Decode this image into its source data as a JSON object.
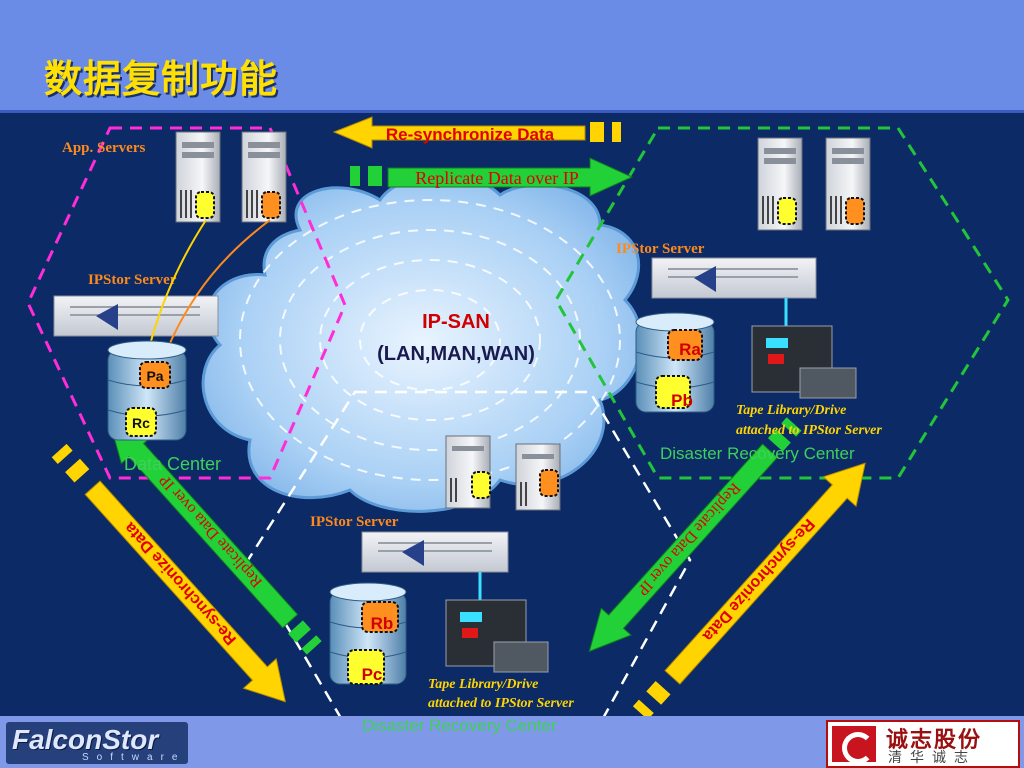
{
  "title": "数据复制功能",
  "labels": {
    "app_servers": "App. Servers",
    "ipstor_dc": "IPStor Server",
    "ipstor_drc1": "IPStor Server",
    "ipstor_drc2": "IPStor Server",
    "network_line1": "IP-SAN",
    "network_line2": "(LAN,MAN,WAN)",
    "vol_pa": "Pa",
    "vol_rc": "Rc",
    "vol_ra": "Ra",
    "vol_pb": "Pb",
    "vol_rb": "Rb",
    "vol_pc": "Pc",
    "data_center": "Data Center",
    "drc1": "Disaster Recovery Center",
    "drc2": "Disaster Recovery Center",
    "tape1_line1": "Tape Library/Drive",
    "tape1_line2": "attached to IPStor Server",
    "tape2_line1": "Tape Library/Drive",
    "tape2_line2": "attached to IPStor Server"
  },
  "arrows": {
    "resync_top": "Re-synchronize Data",
    "replicate_top": "Replicate Data over IP",
    "resync_left": "Re-synchronize Data",
    "replicate_left": "Replicate Data over IP",
    "resync_right": "Re-synchronize Data",
    "replicate_right": "Replicate Data over IP"
  },
  "footer": {
    "left_logo_word": "FalconStor",
    "left_logo_sub": "Software",
    "right_logo_cn": "诚志股份",
    "right_logo_sub": "清华诚志"
  },
  "colors": {
    "title": "#ffe000",
    "background": "#0b2a66",
    "header": "#6a8ce6",
    "data_center_zone": "#ff2cd8",
    "drc1_zone": "#22c53a",
    "drc2_zone": "#ffffff",
    "resync_arrow": "#ffd400",
    "replicate_arrow": "#22d038",
    "label_orange": "#ff8a1c",
    "label_green": "#3fd05a"
  }
}
